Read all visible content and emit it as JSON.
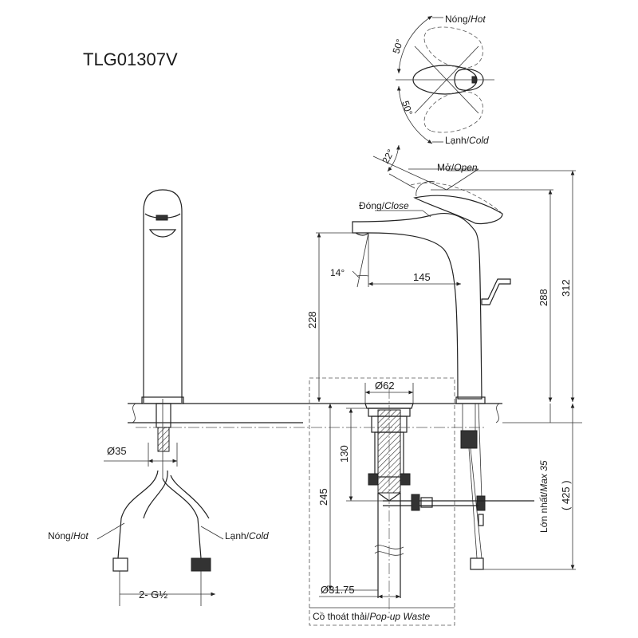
{
  "model": "TLG01307V",
  "labels": {
    "hot_top": "Nóng/",
    "hot_top_en": "Hot",
    "cold_top": "Lạnh/",
    "cold_top_en": "Cold",
    "angle_50_upper": "50°",
    "angle_50_lower": "50°",
    "angle_22": "22°",
    "open": "Mở/",
    "open_en": "Open",
    "close": "Đóng/",
    "close_en": "Close",
    "angle_14": "14°",
    "dim_145": "145",
    "dim_228": "228",
    "dim_288": "288",
    "dim_312": "312",
    "dim_62": "Ø62",
    "dim_130": "130",
    "dim_245": "245",
    "dim_35": "Ø35",
    "hot_left": "Nóng/",
    "hot_left_en": "Hot",
    "cold_left": "Lạnh/",
    "cold_left_en": "Cold",
    "thread": "2- G½",
    "dim_3175": "Ø31.75",
    "waste": "Cồ thoát thải/",
    "waste_en": "Pop-up Waste",
    "max35": "Lớn nhất/",
    "max35_en": "Max 35",
    "dim_425": "( 425 )"
  }
}
